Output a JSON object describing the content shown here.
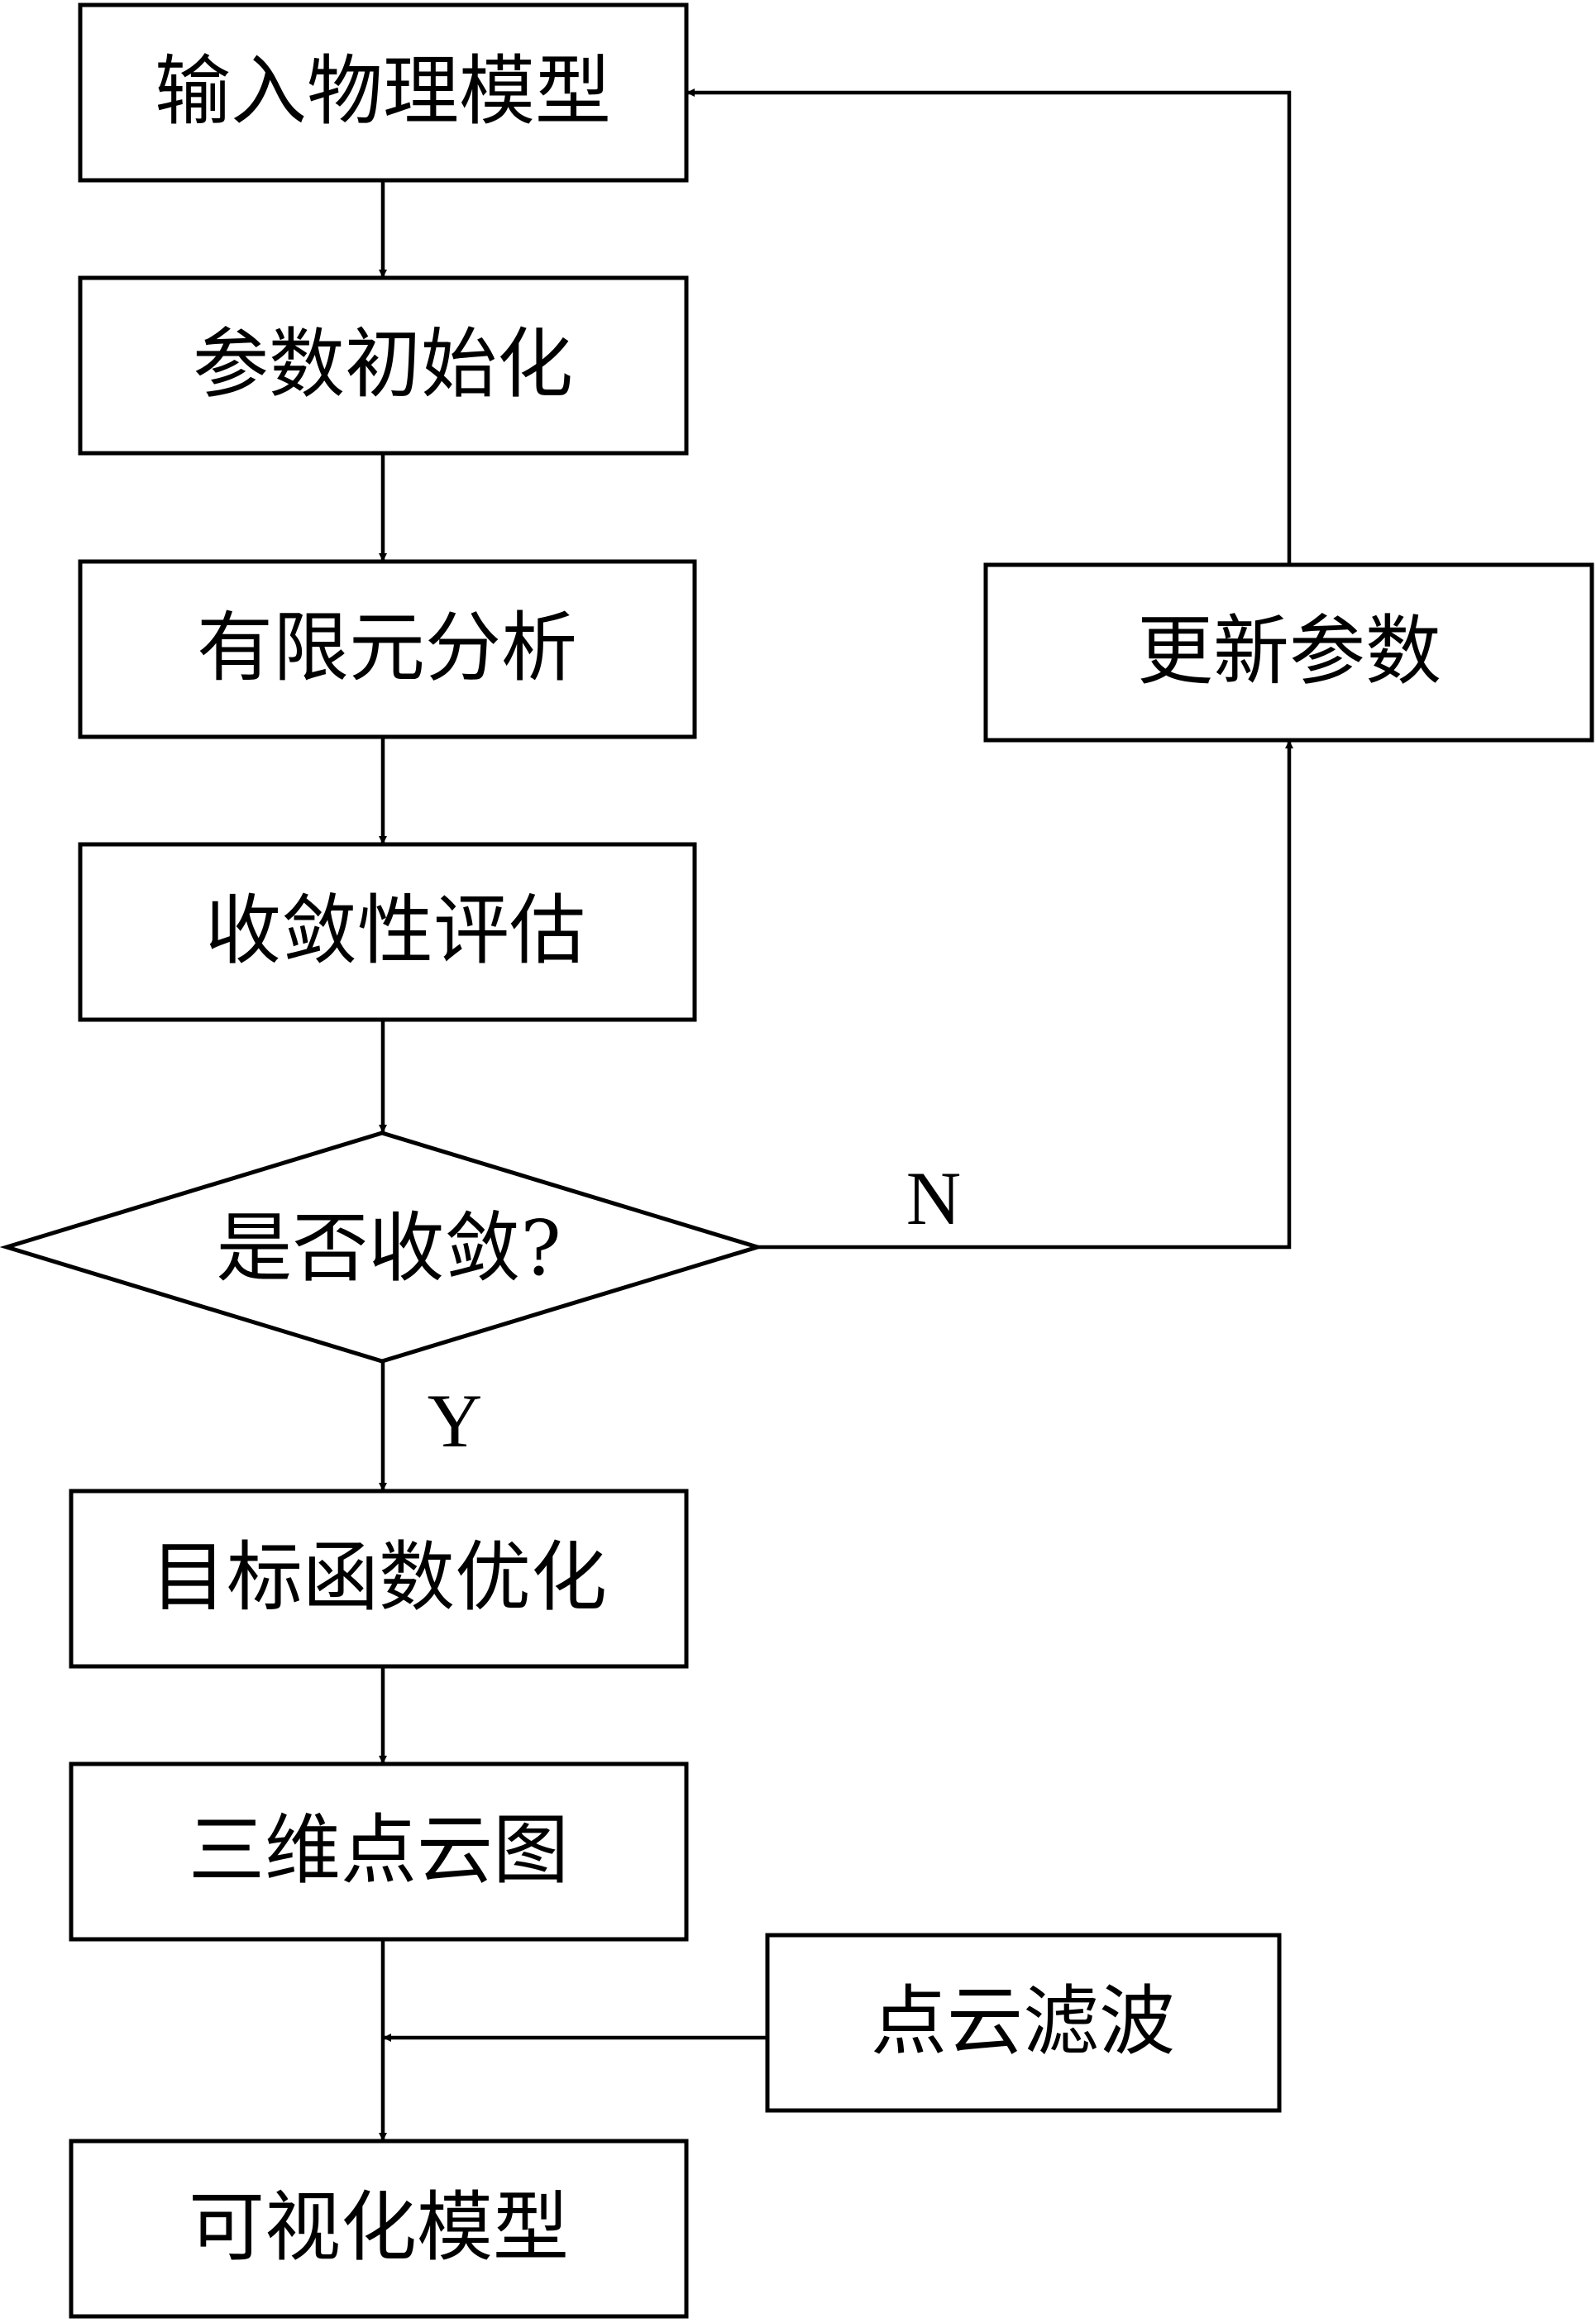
{
  "nodes": {
    "input_model": "输入物理模型",
    "param_init": "参数初始化",
    "fea": "有限元分析",
    "convergence_eval": "收敛性评估",
    "converged_decision": "是否收敛?",
    "objective_opt": "目标函数优化",
    "point_cloud_3d": "三维点云图",
    "point_cloud_filter": "点云滤波",
    "visual_model": "可视化模型",
    "update_params": "更新参数"
  },
  "edge_labels": {
    "yes": "Y",
    "no": "N"
  },
  "colors": {
    "stroke": "#000000",
    "fill": "#ffffff",
    "text": "#000000"
  }
}
